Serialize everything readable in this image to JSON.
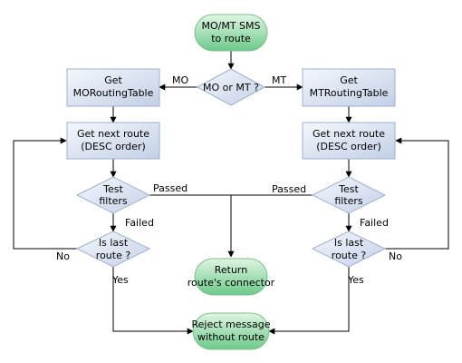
{
  "nodes": {
    "start": {
      "lines": [
        "MO/MT SMS",
        "to route"
      ]
    },
    "decision_mo_mt": {
      "lines": [
        "MO or MT ?"
      ]
    },
    "get_mo_table": {
      "lines": [
        "Get",
        "MORoutingTable"
      ]
    },
    "get_mt_table": {
      "lines": [
        "Get",
        "MTRoutingTable"
      ]
    },
    "next_route_left": {
      "lines": [
        "Get next route",
        "(DESC order)"
      ]
    },
    "next_route_right": {
      "lines": [
        "Get next route",
        "(DESC order)"
      ]
    },
    "test_filters_left": {
      "lines": [
        "Test",
        "filters"
      ]
    },
    "test_filters_right": {
      "lines": [
        "Test",
        "filters"
      ]
    },
    "is_last_left": {
      "lines": [
        "Is last",
        "route ?"
      ]
    },
    "is_last_right": {
      "lines": [
        "Is last",
        "route ?"
      ]
    },
    "return_connector": {
      "lines": [
        "Return",
        "route's connector"
      ]
    },
    "reject": {
      "lines": [
        "Reject message",
        "without route"
      ]
    }
  },
  "edge_labels": {
    "mo": "MO",
    "mt": "MT",
    "passed_left": "Passed",
    "passed_right": "Passed",
    "failed_left": "Failed",
    "failed_right": "Failed",
    "no_left": "No",
    "no_right": "No",
    "yes_left": "Yes",
    "yes_right": "Yes"
  },
  "colors": {
    "terminal_fill_light": "#dff5e3",
    "terminal_fill_dark": "#6cc98a",
    "terminal_stroke": "#7fbf8f",
    "process_fill_light": "#eef2f9",
    "process_fill_dark": "#c2cfe6",
    "process_stroke": "#9fb0cf",
    "decision_fill_light": "#eef2f9",
    "decision_fill_dark": "#c5d1e8",
    "decision_stroke": "#9fb0cf",
    "line": "#000000"
  }
}
